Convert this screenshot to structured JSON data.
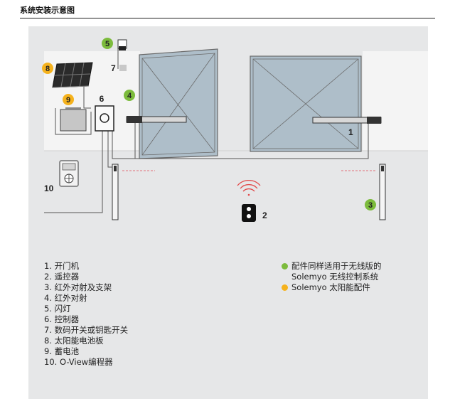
{
  "header": {
    "title": "系统安装示意图"
  },
  "colors": {
    "panel": "#e6e7e8",
    "green": "#7cbb3c",
    "yellow": "#f5b21d",
    "gate": "#aebec9",
    "ir_dash": "#e2727a"
  },
  "diagram": {
    "callouts": {
      "c1": "1",
      "c2": "2",
      "c3": "3",
      "c4": "4",
      "c5": "5",
      "c6": "6",
      "c7": "7",
      "c8": "8",
      "c9": "9",
      "c10": "10"
    },
    "icons": [
      "solar-panel-icon",
      "battery-icon",
      "control-box-icon",
      "flashing-light-icon",
      "keypad-icon",
      "programmer-icon",
      "remote-control-icon",
      "wireless-signal-icon",
      "photocell-post-icon",
      "gate-opener-icon"
    ]
  },
  "legend": {
    "items": [
      "1. 开门机",
      "2. 遥控器",
      "3. 红外对射及支架",
      "4. 红外对射",
      "5. 闪灯",
      "6. 控制器",
      "7. 数码开关或钥匙开关",
      "8. 太阳能电池板",
      "9. 蓄电池",
      "10. O-View编程器"
    ],
    "notes": [
      {
        "line1": "配件同样适用于无线版的",
        "line2": "Solemyo 无线控制系统",
        "color": "#7cbb3c"
      },
      {
        "line1": "Solemyo 太阳能配件",
        "line2": "",
        "color": "#f5b21d"
      }
    ]
  }
}
